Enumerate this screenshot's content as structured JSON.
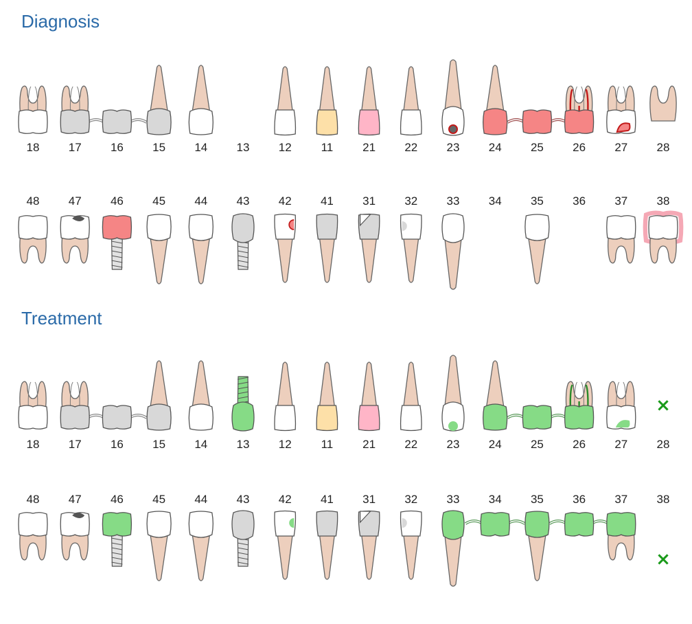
{
  "sections": {
    "diagnosis_title": "Diagnosis",
    "treatment_title": "Treatment"
  },
  "colors": {
    "root": "#edcfbd",
    "crown_default": "#ffffff",
    "crown_gray": "#d8d8d8",
    "diagnosis_red": "#f58585",
    "treatment_green": "#86db86",
    "yellow_crown": "#fde0a8",
    "pink_crown": "#ffb5c7",
    "missing_mark": "#1a9a1a",
    "title_blue": "#2a6aa8"
  },
  "missing_mark": "×",
  "diagnosis": {
    "upper": [
      {
        "num": "18",
        "type": "molar",
        "crown": "default"
      },
      {
        "num": "17",
        "type": "molar",
        "crown": "gray",
        "root": "molar"
      },
      {
        "num": "16",
        "type": "pontic",
        "crown": "gray"
      },
      {
        "num": "15",
        "type": "premolar",
        "crown": "gray"
      },
      {
        "num": "14",
        "type": "premolar",
        "crown": "default"
      },
      {
        "num": "13",
        "type": "absent"
      },
      {
        "num": "12",
        "type": "incisor",
        "crown": "default"
      },
      {
        "num": "11",
        "type": "incisor",
        "crown": "yellow"
      },
      {
        "num": "21",
        "type": "incisor",
        "crown": "pink"
      },
      {
        "num": "22",
        "type": "incisor",
        "crown": "default"
      },
      {
        "num": "23",
        "type": "canine",
        "crown": "default",
        "mark": "caries-dark"
      },
      {
        "num": "24",
        "type": "premolar",
        "crown": "red"
      },
      {
        "num": "25",
        "type": "pontic",
        "crown": "red"
      },
      {
        "num": "26",
        "type": "molar",
        "crown": "red",
        "root_canal": "red"
      },
      {
        "num": "27",
        "type": "molar",
        "crown": "default",
        "mark": "filling-red-outline"
      },
      {
        "num": "28",
        "type": "root-only"
      }
    ],
    "lower": [
      {
        "num": "48",
        "type": "molar",
        "crown": "default"
      },
      {
        "num": "47",
        "type": "molar",
        "crown": "default",
        "mark": "filling-gray"
      },
      {
        "num": "46",
        "type": "implant",
        "crown": "red"
      },
      {
        "num": "45",
        "type": "premolar",
        "crown": "default"
      },
      {
        "num": "44",
        "type": "premolar",
        "crown": "default"
      },
      {
        "num": "43",
        "type": "implant-canine",
        "crown": "gray"
      },
      {
        "num": "42",
        "type": "incisor",
        "crown": "default",
        "mark": "side-red-outline"
      },
      {
        "num": "41",
        "type": "incisor",
        "crown": "gray-cut"
      },
      {
        "num": "31",
        "type": "incisor",
        "crown": "gray-chip"
      },
      {
        "num": "32",
        "type": "incisor",
        "crown": "default",
        "mark": "side-gray"
      },
      {
        "num": "33",
        "type": "canine",
        "crown": "default"
      },
      {
        "num": "34",
        "type": "absent"
      },
      {
        "num": "35",
        "type": "premolar",
        "crown": "default"
      },
      {
        "num": "36",
        "type": "absent"
      },
      {
        "num": "37",
        "type": "molar",
        "crown": "default"
      },
      {
        "num": "38",
        "type": "molar",
        "crown": "default",
        "highlight": "pink"
      }
    ],
    "bridges_upper": [
      [
        "16",
        "15"
      ],
      [
        "17",
        "16"
      ],
      [
        "24",
        "25"
      ],
      [
        "25",
        "26"
      ]
    ],
    "bridges_lower": []
  },
  "treatment": {
    "upper": [
      {
        "num": "18",
        "type": "molar",
        "crown": "default"
      },
      {
        "num": "17",
        "type": "molar",
        "crown": "gray"
      },
      {
        "num": "16",
        "type": "pontic",
        "crown": "gray"
      },
      {
        "num": "15",
        "type": "premolar",
        "crown": "gray"
      },
      {
        "num": "14",
        "type": "premolar",
        "crown": "default"
      },
      {
        "num": "13",
        "type": "implant-upper",
        "crown": "green"
      },
      {
        "num": "12",
        "type": "incisor",
        "crown": "default"
      },
      {
        "num": "11",
        "type": "incisor",
        "crown": "yellow"
      },
      {
        "num": "21",
        "type": "incisor",
        "crown": "pink"
      },
      {
        "num": "22",
        "type": "incisor",
        "crown": "default"
      },
      {
        "num": "23",
        "type": "canine",
        "crown": "default",
        "mark": "dot-green"
      },
      {
        "num": "24",
        "type": "premolar",
        "crown": "green"
      },
      {
        "num": "25",
        "type": "pontic",
        "crown": "green"
      },
      {
        "num": "26",
        "type": "molar",
        "crown": "green",
        "root_canal": "green"
      },
      {
        "num": "27",
        "type": "molar",
        "crown": "default",
        "mark": "filling-green"
      },
      {
        "num": "28",
        "type": "missing"
      }
    ],
    "lower": [
      {
        "num": "48",
        "type": "molar",
        "crown": "default"
      },
      {
        "num": "47",
        "type": "molar",
        "crown": "default",
        "mark": "filling-gray"
      },
      {
        "num": "46",
        "type": "implant",
        "crown": "green"
      },
      {
        "num": "45",
        "type": "premolar",
        "crown": "default"
      },
      {
        "num": "44",
        "type": "premolar",
        "crown": "default"
      },
      {
        "num": "43",
        "type": "implant-canine",
        "crown": "gray"
      },
      {
        "num": "42",
        "type": "incisor",
        "crown": "default",
        "mark": "side-green"
      },
      {
        "num": "41",
        "type": "incisor",
        "crown": "gray-cut"
      },
      {
        "num": "31",
        "type": "incisor",
        "crown": "gray-chip"
      },
      {
        "num": "32",
        "type": "incisor",
        "crown": "default",
        "mark": "side-gray"
      },
      {
        "num": "33",
        "type": "canine",
        "crown": "green"
      },
      {
        "num": "34",
        "type": "pontic",
        "crown": "green"
      },
      {
        "num": "35",
        "type": "premolar",
        "crown": "green"
      },
      {
        "num": "36",
        "type": "pontic",
        "crown": "green"
      },
      {
        "num": "37",
        "type": "molar",
        "crown": "green"
      },
      {
        "num": "38",
        "type": "missing"
      }
    ],
    "bridges_upper": [
      [
        "16",
        "15"
      ],
      [
        "17",
        "16"
      ],
      [
        "24",
        "25"
      ],
      [
        "25",
        "26"
      ]
    ],
    "bridges_lower": [
      [
        "33",
        "34"
      ],
      [
        "34",
        "35"
      ],
      [
        "35",
        "36"
      ],
      [
        "36",
        "37"
      ]
    ]
  }
}
